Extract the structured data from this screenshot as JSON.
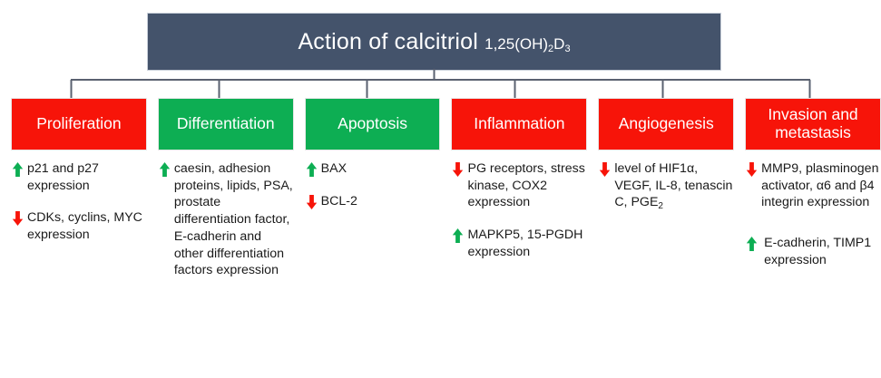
{
  "title": {
    "main": "Action of calcitriol ",
    "formula_pre": "1,25(OH)",
    "formula_sub1": "2",
    "formula_mid": "D",
    "formula_sub2": "3"
  },
  "colors": {
    "header_bar": "#44536B",
    "red": "#F71409",
    "green": "#0DAE53",
    "connector": "#5a6170",
    "text": "#1a1a1a"
  },
  "columns": [
    {
      "header": "Proliferation",
      "header_color": "red",
      "entries": [
        {
          "direction": "up",
          "icon": "arrow-up-icon",
          "text": "p21 and p27 expression"
        },
        {
          "direction": "down",
          "icon": "arrow-down-icon",
          "text": "CDKs, cyclins, MYC expression"
        }
      ]
    },
    {
      "header": "Differentiation",
      "header_color": "green",
      "entries": [
        {
          "direction": "up",
          "icon": "arrow-up-icon",
          "text": "caesin, adhesion proteins, lipids, PSA, prostate differentiation factor, E-cadherin and other differentiation factors expression"
        }
      ]
    },
    {
      "header": "Apoptosis",
      "header_color": "green",
      "entries": [
        {
          "direction": "up",
          "icon": "arrow-up-icon",
          "text": "BAX"
        },
        {
          "direction": "down",
          "icon": "arrow-down-icon",
          "text": "BCL-2"
        }
      ]
    },
    {
      "header": "Inflammation",
      "header_color": "red",
      "entries": [
        {
          "direction": "down",
          "icon": "arrow-down-icon",
          "text": "PG receptors, stress kinase, COX2 expression"
        },
        {
          "direction": "up",
          "icon": "arrow-up-icon",
          "text": "MAPKP5, 15-PGDH expression"
        }
      ]
    },
    {
      "header": "Angiogenesis",
      "header_color": "red",
      "entries": [
        {
          "direction": "down",
          "icon": "arrow-down-icon",
          "text": "level of HIF1α, VEGF, IL-8, tenascin C, PGE",
          "subscript": "2"
        }
      ]
    },
    {
      "header": "Invasion and metastasis",
      "header_color": "red",
      "entries": [
        {
          "direction": "down",
          "icon": "arrow-down-icon",
          "text": "MMP9, plasminogen activator, α6 and β4 integrin expression"
        },
        {
          "direction": "up",
          "icon": "arrow-up-icon",
          "text": "E-cadherin, TIMP1 expression",
          "spacer": true
        }
      ]
    }
  ]
}
